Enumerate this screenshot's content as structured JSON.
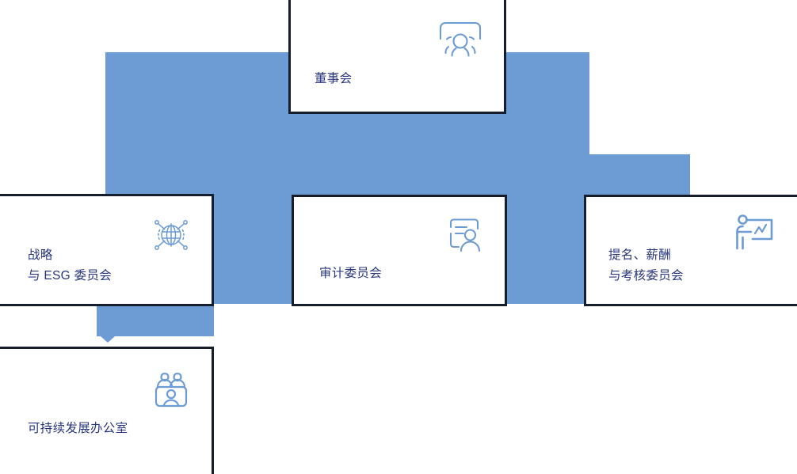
{
  "diagram": {
    "type": "org-chart",
    "title": "",
    "colors": {
      "connector_blue": "#6d9bd4",
      "card_border": "#161d2d",
      "text_navy": "#27357e",
      "icon_blue": "#6d9bd4",
      "background": "#ffffff"
    },
    "nodes": [
      {
        "id": "board",
        "label": "董事会",
        "icon": "group-of-people-icon",
        "level": 1
      },
      {
        "id": "strategy-esg",
        "label": "战略\n与 ESG 委员会",
        "icon": "globe-network-icon",
        "level": 2
      },
      {
        "id": "audit",
        "label": "审计委员会",
        "icon": "document-person-icon",
        "level": 2
      },
      {
        "id": "nomination",
        "label": "提名、薪酬\n与考核委员会",
        "icon": "presenter-chart-icon",
        "level": 2
      },
      {
        "id": "office",
        "label": "可持续发展办公室",
        "icon": "three-people-box-icon",
        "level": 3
      }
    ],
    "connectors": [
      {
        "from": "board",
        "to": "strategy-esg"
      },
      {
        "from": "board",
        "to": "audit"
      },
      {
        "from": "board",
        "to": "nomination"
      },
      {
        "from": "strategy-esg",
        "to": "office",
        "arrow": "down"
      }
    ]
  }
}
